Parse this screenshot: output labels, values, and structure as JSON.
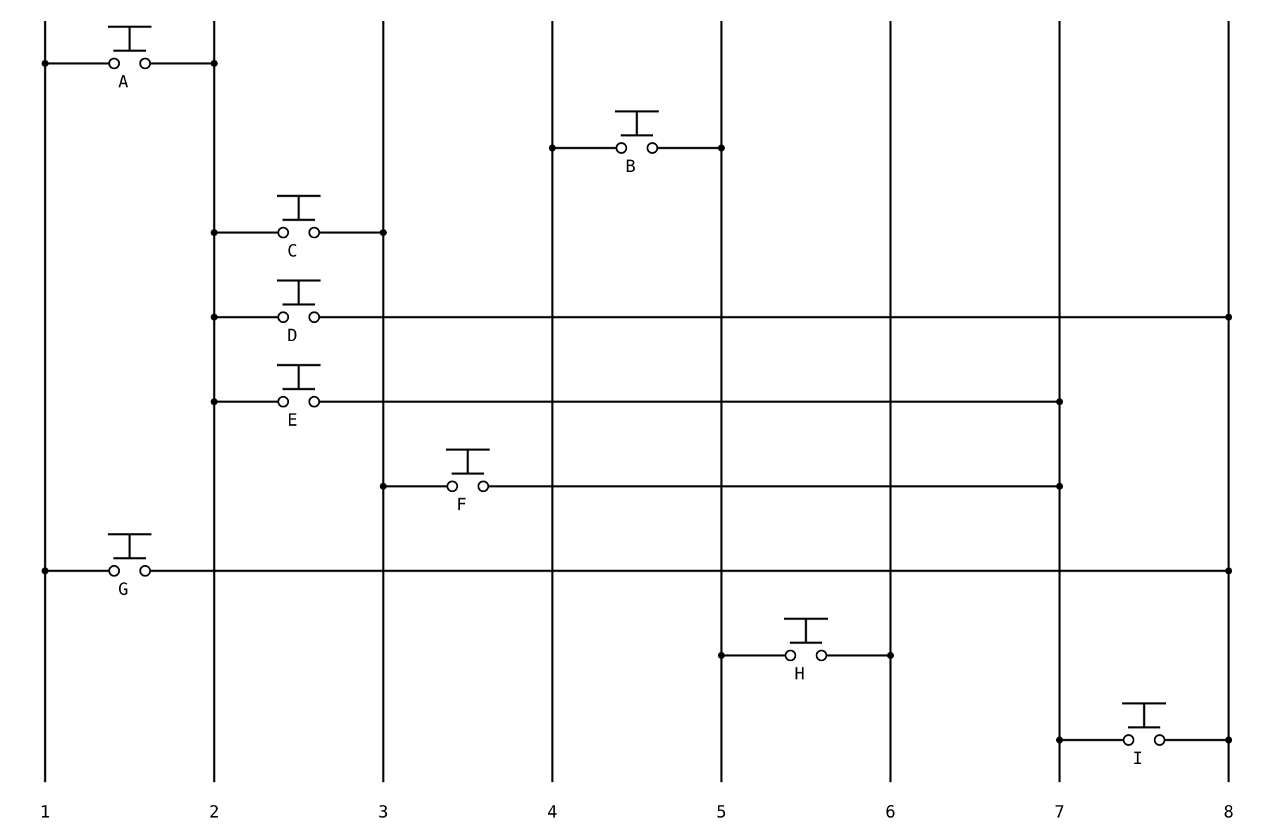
{
  "diagram": {
    "type": "switch-network",
    "line_color": "#000000",
    "background": "#ffffff",
    "nodes": [
      {
        "id": "1",
        "label": "1"
      },
      {
        "id": "2",
        "label": "2"
      },
      {
        "id": "3",
        "label": "3"
      },
      {
        "id": "4",
        "label": "4"
      },
      {
        "id": "5",
        "label": "5"
      },
      {
        "id": "6",
        "label": "6"
      },
      {
        "id": "7",
        "label": "7"
      },
      {
        "id": "8",
        "label": "8"
      }
    ],
    "switches": [
      {
        "label": "A",
        "from": 1,
        "to": 2,
        "row": 0
      },
      {
        "label": "B",
        "from": 4,
        "to": 5,
        "row": 1
      },
      {
        "label": "C",
        "from": 2,
        "to": 3,
        "row": 2
      },
      {
        "label": "D",
        "from": 2,
        "to": 8,
        "row": 3
      },
      {
        "label": "E",
        "from": 2,
        "to": 7,
        "row": 4
      },
      {
        "label": "F",
        "from": 3,
        "to": 7,
        "row": 5
      },
      {
        "label": "G",
        "from": 1,
        "to": 8,
        "row": 6
      },
      {
        "label": "H",
        "from": 5,
        "to": 6,
        "row": 7
      },
      {
        "label": "I",
        "from": 7,
        "to": 8,
        "row": 8
      }
    ]
  }
}
